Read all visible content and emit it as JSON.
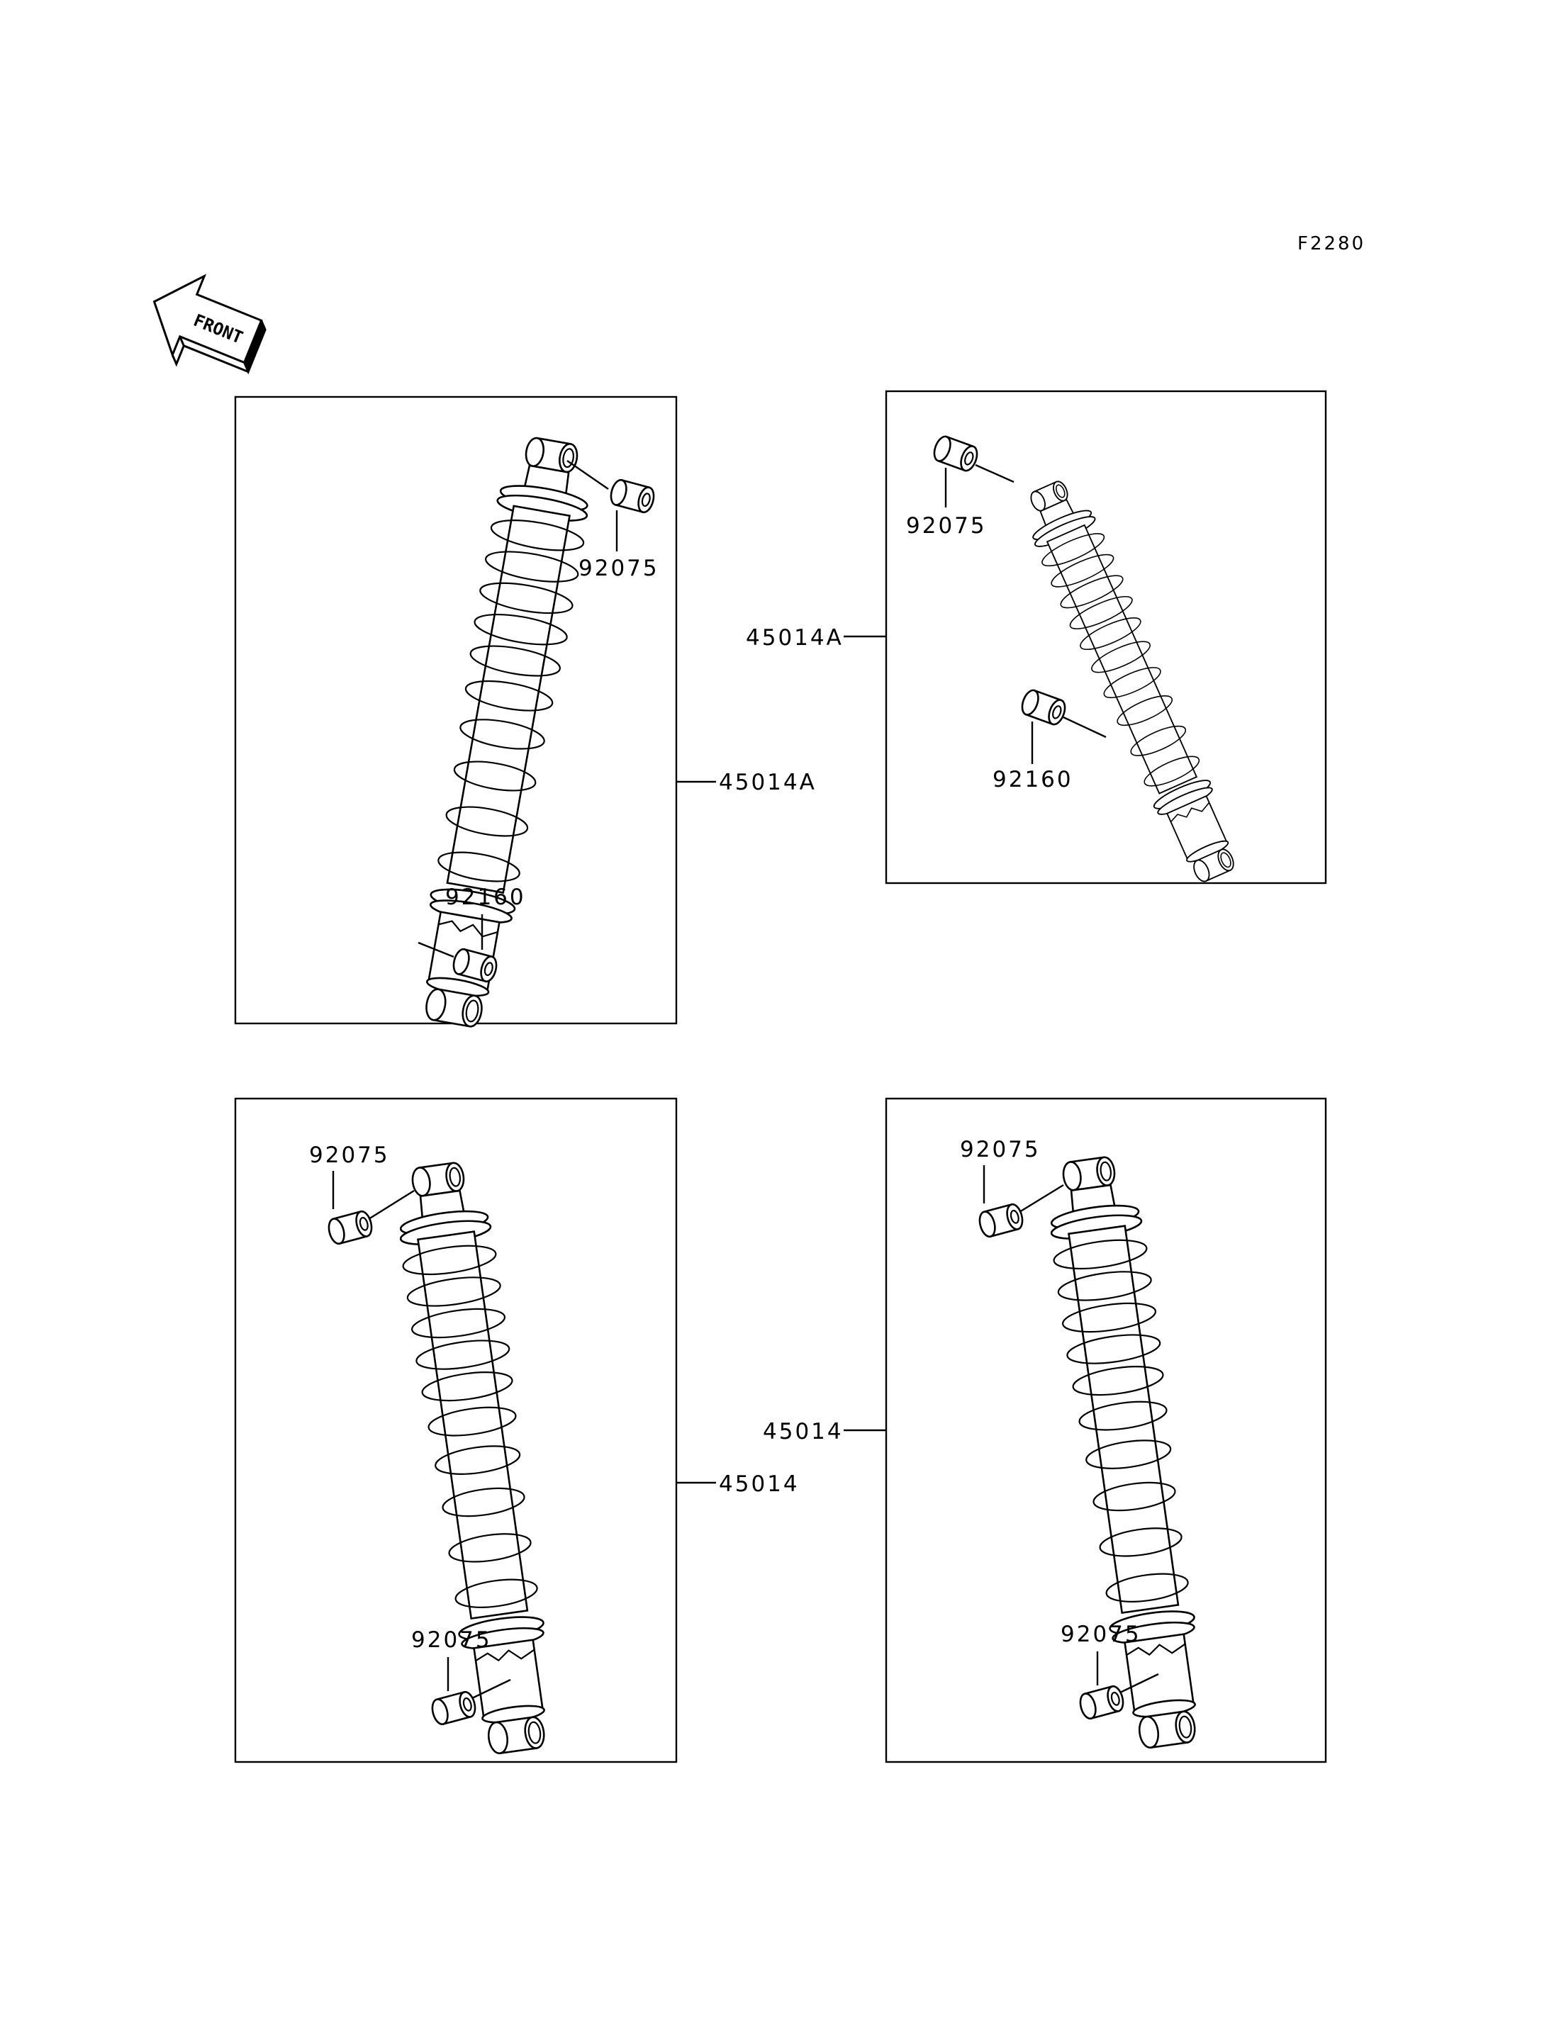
{
  "diagram_code": "F2280",
  "front_label": "FRONT",
  "panels": [
    {
      "id": "top-left",
      "callouts": {
        "main": "45014A",
        "top_bush": "92075",
        "bottom_bush": "92160"
      }
    },
    {
      "id": "top-right",
      "callouts": {
        "main": "45014A",
        "top_bush": "92075",
        "bottom_bush": "92160"
      }
    },
    {
      "id": "bottom-left",
      "callouts": {
        "main": "45014",
        "top_bush": "92075",
        "bottom_bush": "92075"
      }
    },
    {
      "id": "bottom-right",
      "callouts": {
        "main": "45014",
        "top_bush": "92075",
        "bottom_bush": "92075"
      }
    }
  ]
}
